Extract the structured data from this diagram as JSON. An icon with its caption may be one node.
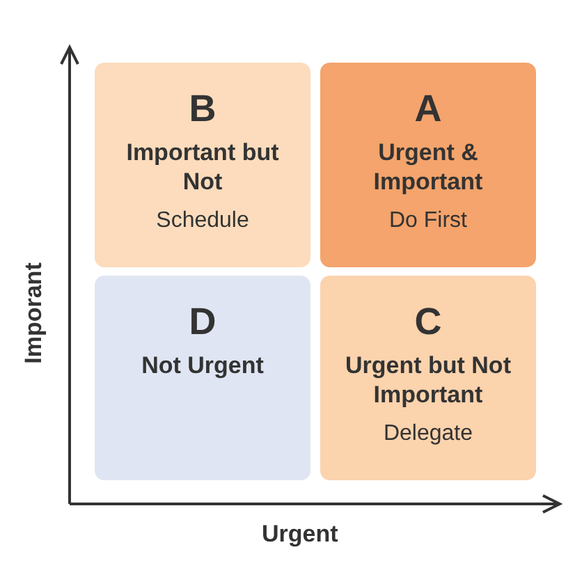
{
  "diagram": {
    "nodes": [
      {
        "text": [
          "B",
          "Important but Not",
          "Schedule"
        ]
      },
      {
        "text": [
          "A",
          "Urgent & Important",
          "Do First"
        ]
      },
      {
        "text": [
          "D",
          "Not Urgent"
        ]
      },
      {
        "text": [
          "C",
          "Urgent but Not Important",
          "Delegate"
        ]
      }
    ],
    "labels": [
      "Imporant",
      "Urgent"
    ]
  }
}
